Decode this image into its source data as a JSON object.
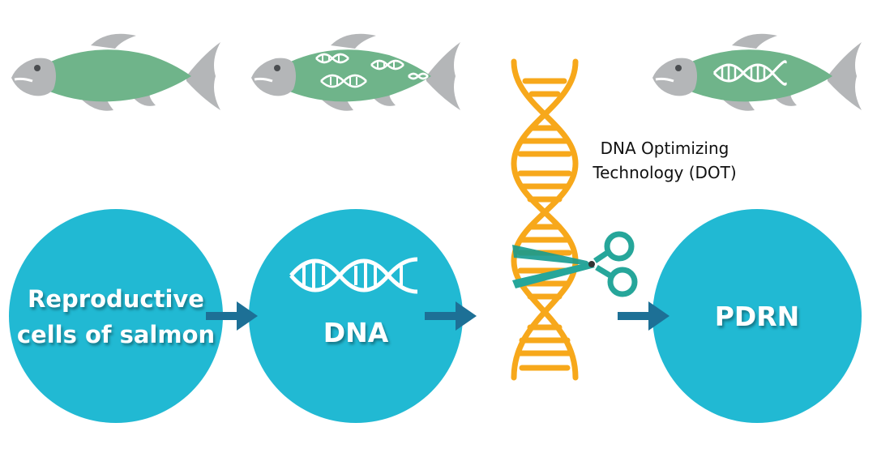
{
  "steps": {
    "step1_label": "Reproductive\ncells of salmon",
    "step2_label": "DNA",
    "step4_label": "PDRN"
  },
  "technology": {
    "caption": "DNA Optimizing\nTechnology (DOT)"
  },
  "icons": [
    "fish-icon",
    "fish-with-dna-icon",
    "dna-helix-icon",
    "scissors-icon",
    "arrow-right-icon"
  ],
  "colors": {
    "circle": "#21b9d3",
    "arrow": "#1d7096",
    "fish_body": "#6fb48a",
    "fish_fin": "#b4b6b8",
    "helix": "#f7a81b",
    "scissors": "#26a69a"
  }
}
